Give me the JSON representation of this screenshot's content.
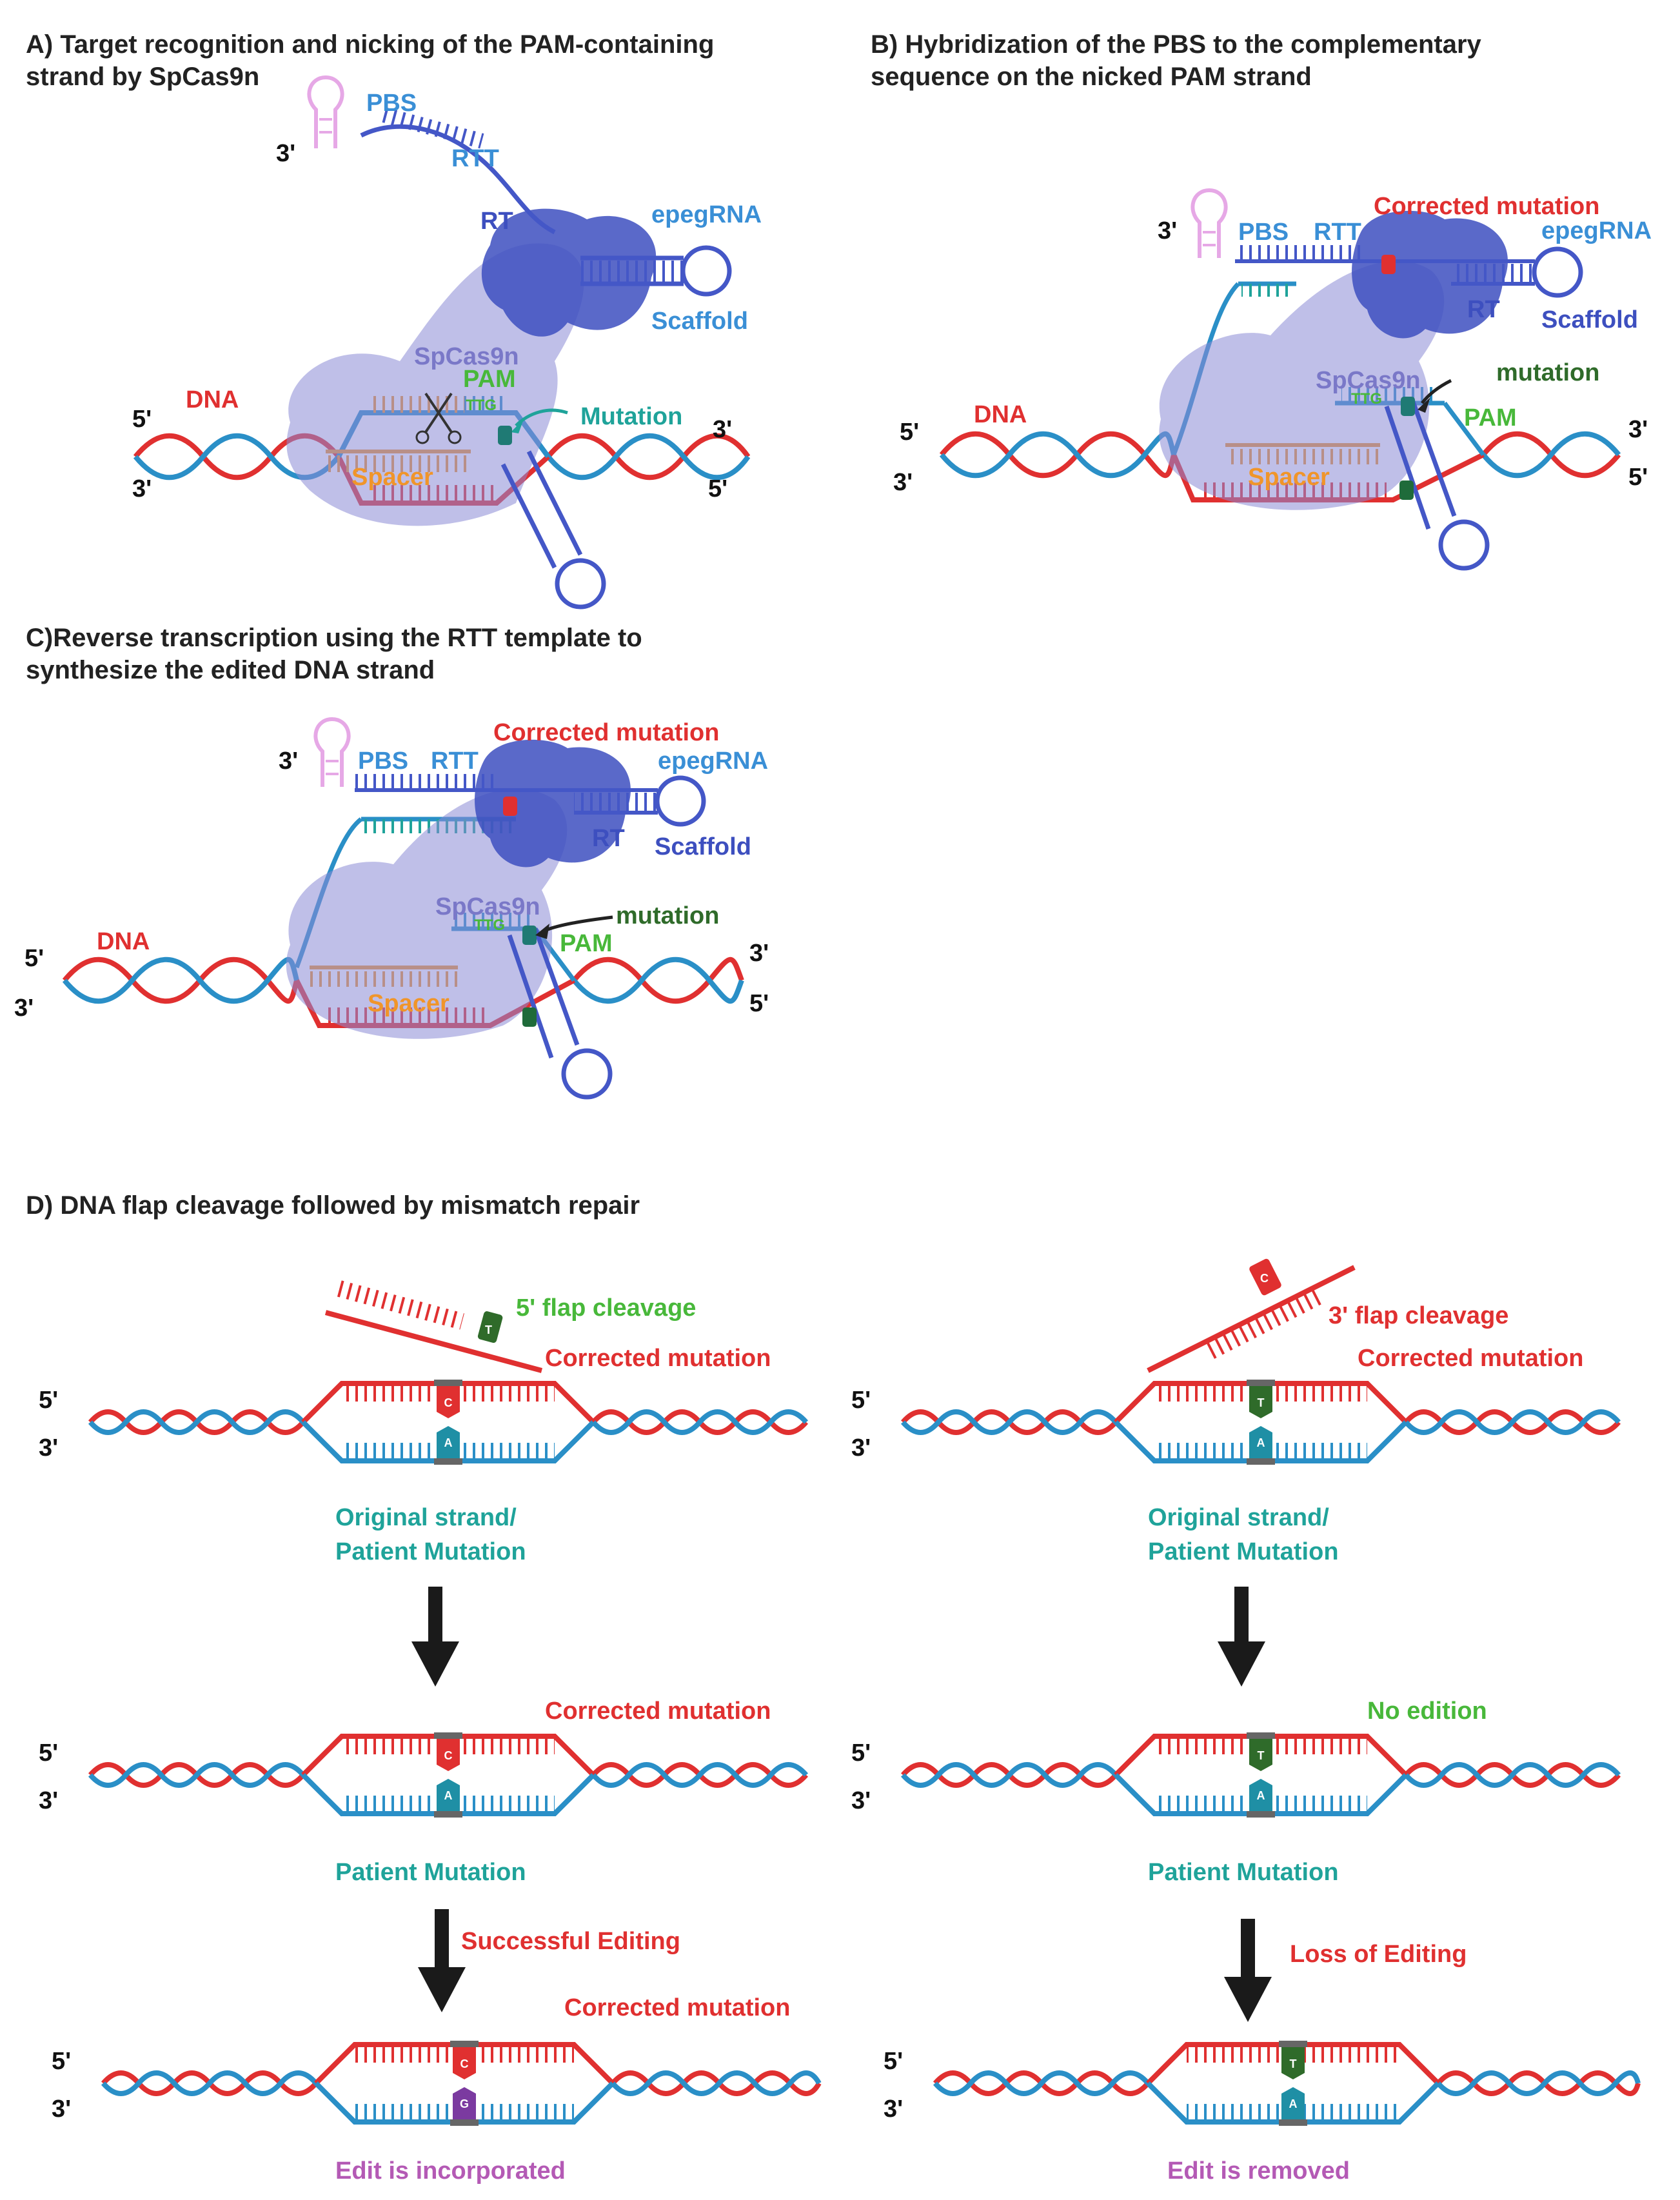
{
  "panels": {
    "A": {
      "heading_line1": "A) Target recognition and nicking of the PAM-containing",
      "heading_line2": "strand by SpCas9n",
      "pbs": "PBS",
      "rtt": "RTT",
      "epegrna": "epegRNA",
      "rt": "RT",
      "scaffold": "Scaffold",
      "spcas9n": "SpCas9n",
      "pam": "PAM",
      "dna": "DNA",
      "mutation": "Mutation",
      "spacer": "Spacer",
      "end_3p": "3'",
      "end_5p": "5'",
      "pam_seq": "TTG"
    },
    "B": {
      "heading_line1": "B) Hybridization of the PBS to the complementary",
      "heading_line2": "sequence on the nicked PAM strand",
      "pbs": "PBS",
      "rtt": "RTT",
      "epegrna": "epegRNA",
      "rt": "RT",
      "scaffold": "Scaffold",
      "spcas9n": "SpCas9n",
      "pam": "PAM",
      "dna": "DNA",
      "mutation": "mutation",
      "corrected": "Corrected mutation",
      "spacer": "Spacer",
      "end_3p": "3'",
      "end_5p": "5'",
      "pam_seq": "TTG"
    },
    "C": {
      "heading_line1": "C)Reverse transcription using the RTT template to",
      "heading_line2": "synthesize the edited DNA strand",
      "pbs": "PBS",
      "rtt": "RTT",
      "epegrna": "epegRNA",
      "rt": "RT",
      "scaffold": "Scaffold",
      "spcas9n": "SpCas9n",
      "pam": "PAM",
      "dna": "DNA",
      "mutation": "mutation",
      "corrected": "Corrected mutation",
      "spacer": "Spacer",
      "end_3p": "3'",
      "end_5p": "5'",
      "pam_seq": "TTG"
    },
    "D": {
      "heading": "D) DNA flap cleavage followed by mismatch repair",
      "left": {
        "flap": "5' flap cleavage",
        "corrected_1": "Corrected mutation",
        "original_1": "Original strand/",
        "original_2": "Patient Mutation",
        "corrected_2": "Corrected mutation",
        "patient": "Patient Mutation",
        "step": "Successful Editing",
        "corrected_3": "Corrected mutation",
        "outcome": "Edit is incorporated",
        "bases": {
          "flap": "T",
          "top_1": "C",
          "bottom_1": "A",
          "top_2": "C",
          "bottom_2": "A",
          "top_3": "C",
          "bottom_3": "G"
        }
      },
      "right": {
        "flap": "3' flap cleavage",
        "corrected_1": "Corrected mutation",
        "original_1": "Original strand/",
        "original_2": "Patient Mutation",
        "no_edit": "No edition",
        "patient": "Patient Mutation",
        "step": "Loss of Editing",
        "outcome": "Edit is removed",
        "bases": {
          "flap": "C",
          "top_1": "T",
          "bottom_1": "A",
          "top_2": "T",
          "bottom_2": "A",
          "top_3": "T",
          "bottom_3": "A"
        }
      },
      "end_5p": "5'",
      "end_3p": "3'"
    }
  },
  "colors": {
    "edited_strand": "#e03030",
    "original_strand": "#2a8fc7",
    "cas9n": "#8b8bd6",
    "reverse_transcriptase": "#3d4fbf",
    "pam_green": "#48b83a",
    "teal": "#1fa39a",
    "purple_text": "#b45ab5"
  }
}
